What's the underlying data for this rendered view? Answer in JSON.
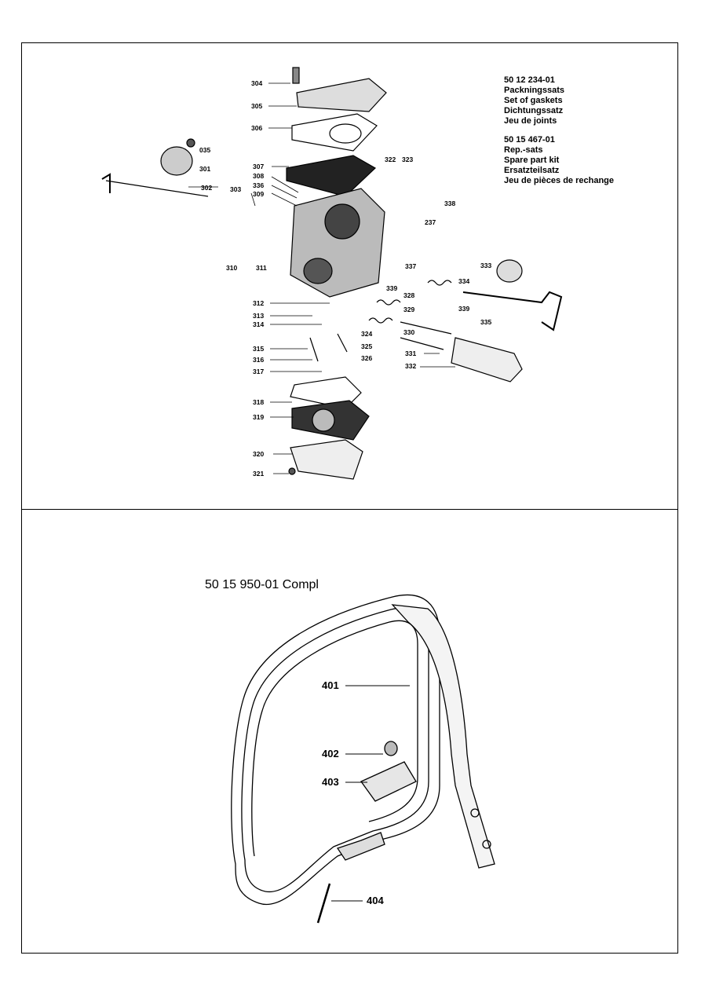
{
  "upper": {
    "kit1": {
      "part_number": "50 12 234-01",
      "lines": [
        "Packningssats",
        "Set of gaskets",
        "Dichtungssatz",
        "Jeu de joints"
      ]
    },
    "kit2": {
      "part_number": "50 15 467-01",
      "lines": [
        "Rep.-sats",
        "Spare part kit",
        "Ersatzteilsatz",
        "Jeu de pièces de rechange"
      ]
    },
    "callouts": [
      "304",
      "305",
      "306",
      "035",
      "301",
      "302",
      "303",
      "307",
      "308",
      "336",
      "309",
      "322",
      "323",
      "338",
      "237",
      "310",
      "311",
      "333",
      "337",
      "334",
      "339",
      "339",
      "328",
      "329",
      "312",
      "313",
      "314",
      "324",
      "330",
      "335",
      "315",
      "325",
      "316",
      "326",
      "331",
      "332",
      "317",
      "318",
      "319",
      "320",
      "321"
    ]
  },
  "lower": {
    "assembly_label": "50 15 950-01 Compl",
    "callouts": [
      "401",
      "402",
      "403",
      "404"
    ]
  }
}
